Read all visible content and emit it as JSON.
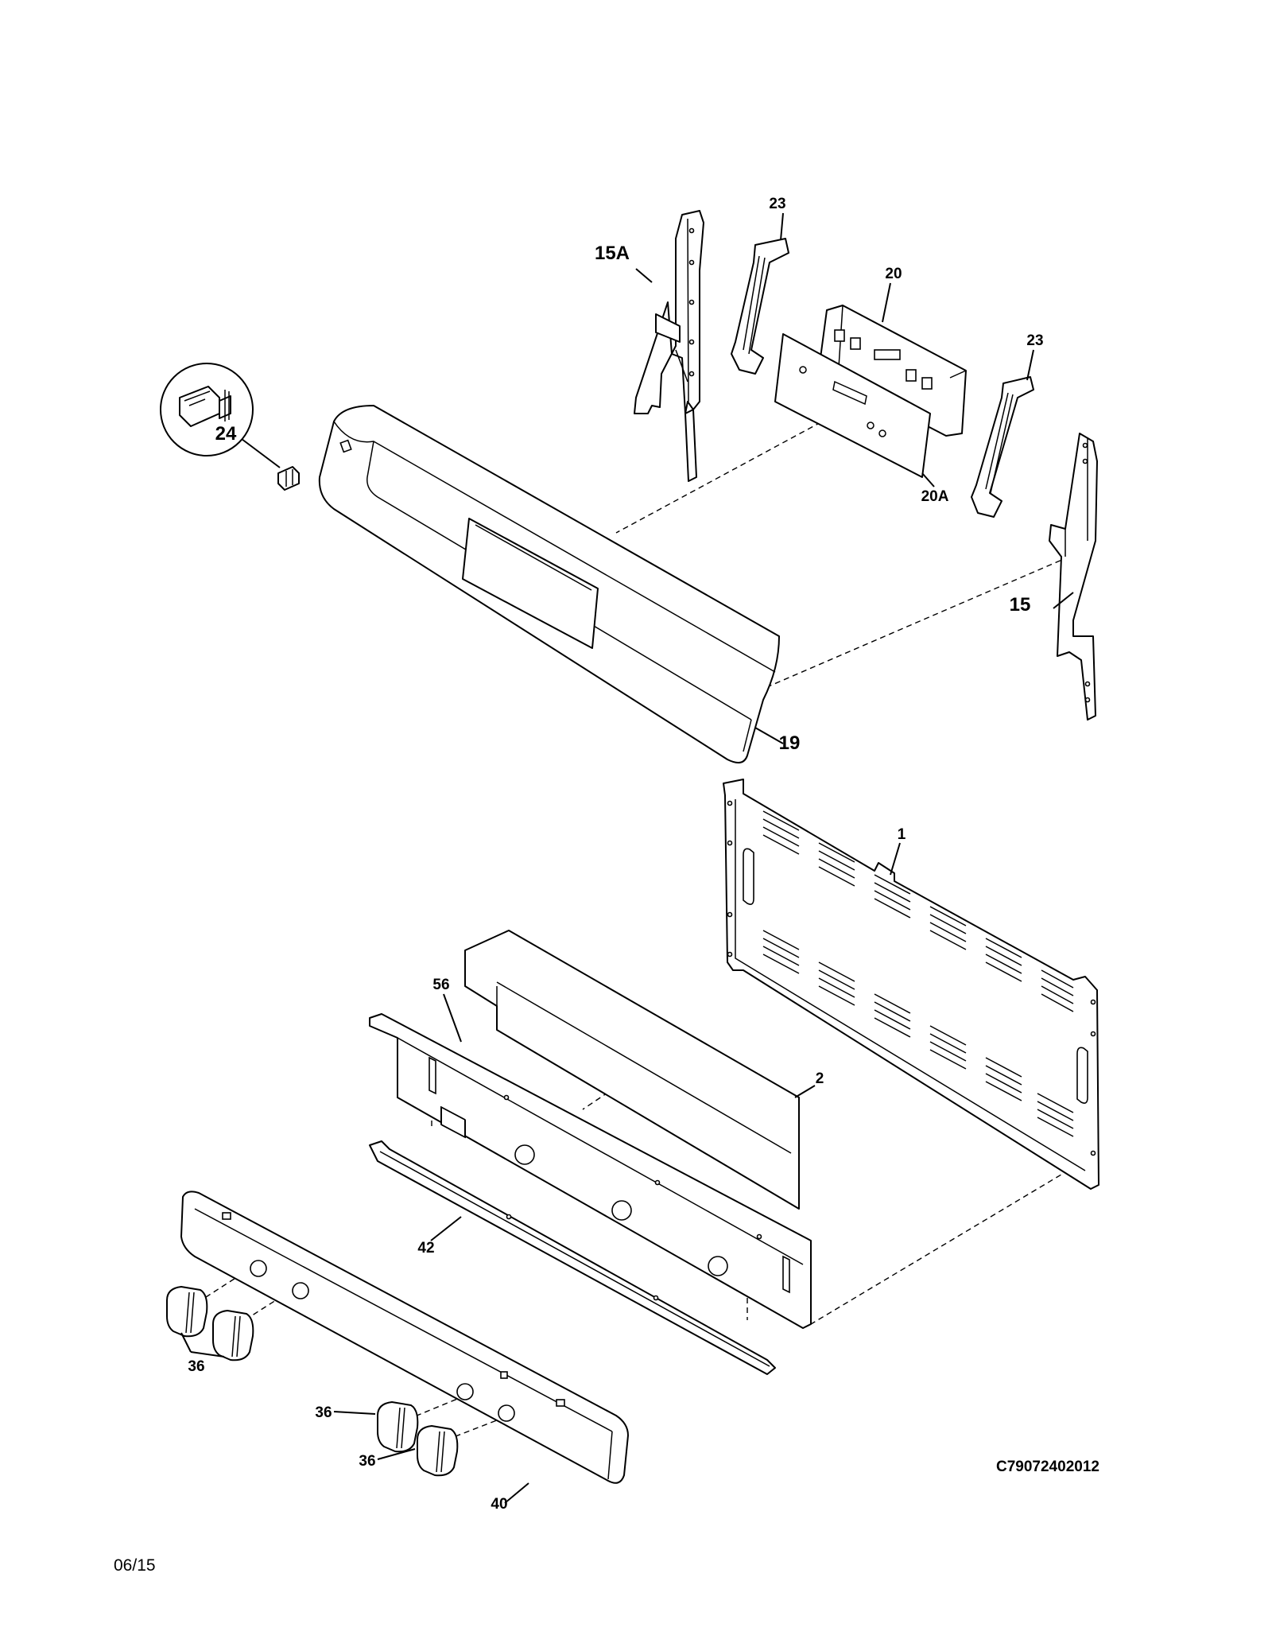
{
  "diagram": {
    "callouts": {
      "c23a": "23",
      "c15a": "15A",
      "c20": "20",
      "c23b": "23",
      "c24": "24",
      "c20a": "20A",
      "c15": "15",
      "c19": "19",
      "c1": "1",
      "c56": "56",
      "c2": "2",
      "c42": "42",
      "c36a": "36",
      "c36b": "36",
      "c36c": "36",
      "c40": "40"
    },
    "drawing_code": "C79072402012",
    "date": "06/15"
  }
}
